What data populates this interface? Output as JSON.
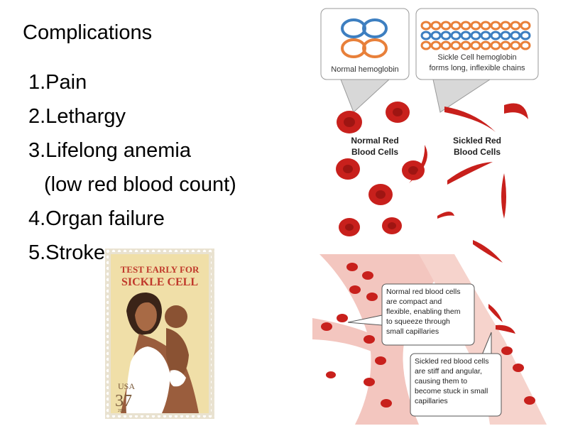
{
  "slide": {
    "title": "Complications",
    "items": [
      "1.Pain",
      "2.Lethargy",
      "3.Lifelong anemia",
      "(low red blood count)",
      "4.Organ failure",
      "5.Stroke"
    ]
  },
  "stamp": {
    "headline_line1": "TEST EARLY FOR",
    "headline_line2": "SICKLE CELL",
    "country": "USA",
    "value": "37",
    "year": "2004"
  },
  "figure": {
    "normal_hemoglobin": "Normal hemoglobin",
    "sickle_hemoglobin_line1": "Sickle Cell hemoglobin",
    "sickle_hemoglobin_line2": "forms long, inflexible chains",
    "normal_cells_line1": "Normal Red",
    "normal_cells_line2": "Blood Cells",
    "sickled_cells_line1": "Sickled Red",
    "sickled_cells_line2": "Blood Cells",
    "callout_normal": [
      "Normal red blood cells",
      "are compact and",
      "flexible, enabling them",
      "to squeeze through",
      "small capillaries"
    ],
    "callout_sickled": [
      "Sickled red blood cells",
      "are stiff and angular,",
      "causing them to",
      "become stuck in small",
      "capillaries"
    ]
  },
  "colors": {
    "cell_red": "#c8201c",
    "cell_dark": "#9e1512",
    "vessel_pink": "#f3c6bf",
    "hemo_blue": "#3d7fc1",
    "hemo_orange": "#e8803a",
    "stamp_bg": "#f0dfa8",
    "stamp_red": "#c0392b"
  }
}
